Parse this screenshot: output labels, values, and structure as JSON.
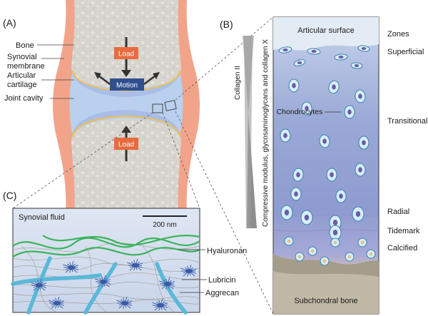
{
  "panels": {
    "a": "(A)",
    "b": "(B)",
    "c": "(C)"
  },
  "joint": {
    "bone": "Bone",
    "synovial_l1": "Synovial",
    "synovial_l2": "membrane",
    "articular_l1": "Articular",
    "articular_l2": "cartilage",
    "joint_cavity": "Joint cavity",
    "load_top": "Load",
    "motion": "Motion",
    "load_bottom": "Load"
  },
  "cartilage": {
    "articular_surface": "Articular surface",
    "subchondral_bone": "Subchondral bone",
    "chondrocytes": "Chondrocytes",
    "collagen_ii": "Collagen II",
    "gradient_label": "Compressive modulus, glycosaminoglycans and collagen X",
    "zones_header": "Zones",
    "zones": [
      "Superficial",
      "Transitional",
      "Radial",
      "Tidemark",
      "Calcified"
    ]
  },
  "synovial": {
    "fluid": "Synovial fluid",
    "scale": "200 nm",
    "hyaluronan": "Hyaluronan",
    "lubricin": "Lubricin",
    "aggrecan": "Aggrecan"
  },
  "colors": {
    "bone": "#d4d2cb",
    "synovial_membrane": "#f2a48a",
    "cartilage_blue": "#a9bde6",
    "joint_cavity": "#b9d1ee",
    "load_box": "#ea6a3d",
    "motion_box": "#2f4f8f",
    "hyaluronan": "#38b45a",
    "lubricin": "#5ab8d8",
    "aggrecan": "#4a6bb5"
  }
}
